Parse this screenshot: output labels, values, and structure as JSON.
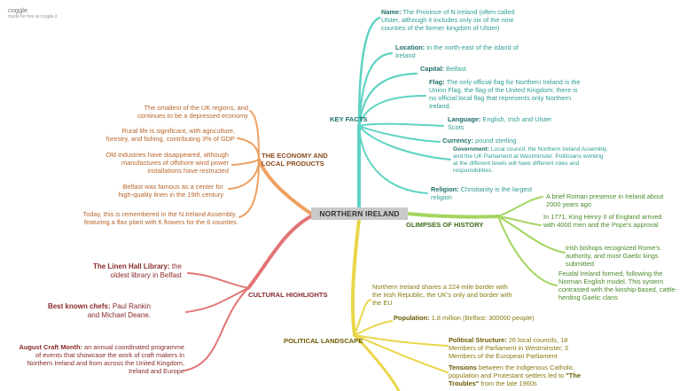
{
  "logo": "coggle",
  "made_by": "made for free at coggle.it",
  "center": "NORTHERN IRELAND",
  "branches": {
    "key_facts": "KEY FACTS",
    "economy": "THE ECONOMY AND LOCAL PRODUCTS",
    "glimpses": "GLIMPSES OF HISTORY",
    "cultural": "CULTURAL HIGHLIGHTS",
    "political": "POLITICAL LANDSCAPE"
  },
  "key_facts": {
    "name_label": "Name:",
    "name_text": " The Province of N.Ireland (often called Ulster, although it includes only six of the nine counties of the former kingdom of Ulster)",
    "location_label": "Location:",
    "location_text": " in the north-east of the island of Ireland",
    "capital_label": "Capital:",
    "capital_text": " Belfast",
    "flag_label": "Flag:",
    "flag_text": " The only official flag for Northern Ireland is the Union Flag, the flag of the United Kingdom; there is no official local flag that represents only Northern Ireland.",
    "language_label": "Language:",
    "language_text": " English, Irish and Ulster Scots",
    "currency_label": "Currency:",
    "currency_text": " pound sterling",
    "government_label": "Government:",
    "government_text": " Local council, the Northern Ireland Assembly, and the UK Parliament at Westminster. Politicians working at the different levels will have different roles and responsibilities.",
    "religion_label": "Religion:",
    "religion_text": " Christianity is the largest religion"
  },
  "economy": [
    "The smallest of the UK regions, and continues to be a depressed economy",
    "Rural life is significant, with agriculture, forestry, and fishing, contributing 3% of GDP",
    "Old industries have disappeared, although manufactures of offshore wind power installations have restructed",
    "Belfast was famous as a center for high-quality linen in the 19th century",
    "Today, this is remembered in the N.Ireland Assembly, featuring a flax plant with 6 flowers for the 6 counties"
  ],
  "glimpses": [
    "A brief Roman presence in Ireland about 2000 years ago",
    "In 1771, King Henry II of England arrived with 4000 men and the Pope's approval",
    "Irish bishops recognized Rome's authority, and most Gaelic kings submitted",
    "Feudal Ireland formed, following the Norman English model. This system contrasted with the kinship-based, cattle-herding Gaelic clans"
  ],
  "cultural": {
    "linen_label": "The Linen Hall Library:",
    "linen_text": " the oldest library in Belfast",
    "chefs_label": "Best known chefs:",
    "chefs_text": " Paul Rankin and Michael Deane.",
    "craft_label": "August Craft Month:",
    "craft_text": " an annual coordinated programme of events that showcase the work of craft makers in Northern Ireland and from across the United Kingdom, Ireland and Europe"
  },
  "political": {
    "border": "Northern Ireland shares a 224-mile border with the Irish Republic, the UK's only and border with the EU",
    "population_label": "Population:",
    "population_text": " 1.8 million (Belfast: 300000 people)",
    "structure_label": "Political Structure:",
    "structure_text": " 26 local councils, 18 Members of Parliament in Westminster, 3 Members of the European Parliament",
    "tensions_label": "Tensions",
    "tensions_text": " between the indigenous Catholic population and Protestant settlers led to ",
    "troubles": "\"The Troubles\"",
    "troubles_tail": " from the late 1960s"
  },
  "colors": {
    "teal": "#5fd3c4",
    "orange": "#eea061",
    "red": "#e27576",
    "green": "#a3d55d",
    "gold": "#ead64a"
  }
}
